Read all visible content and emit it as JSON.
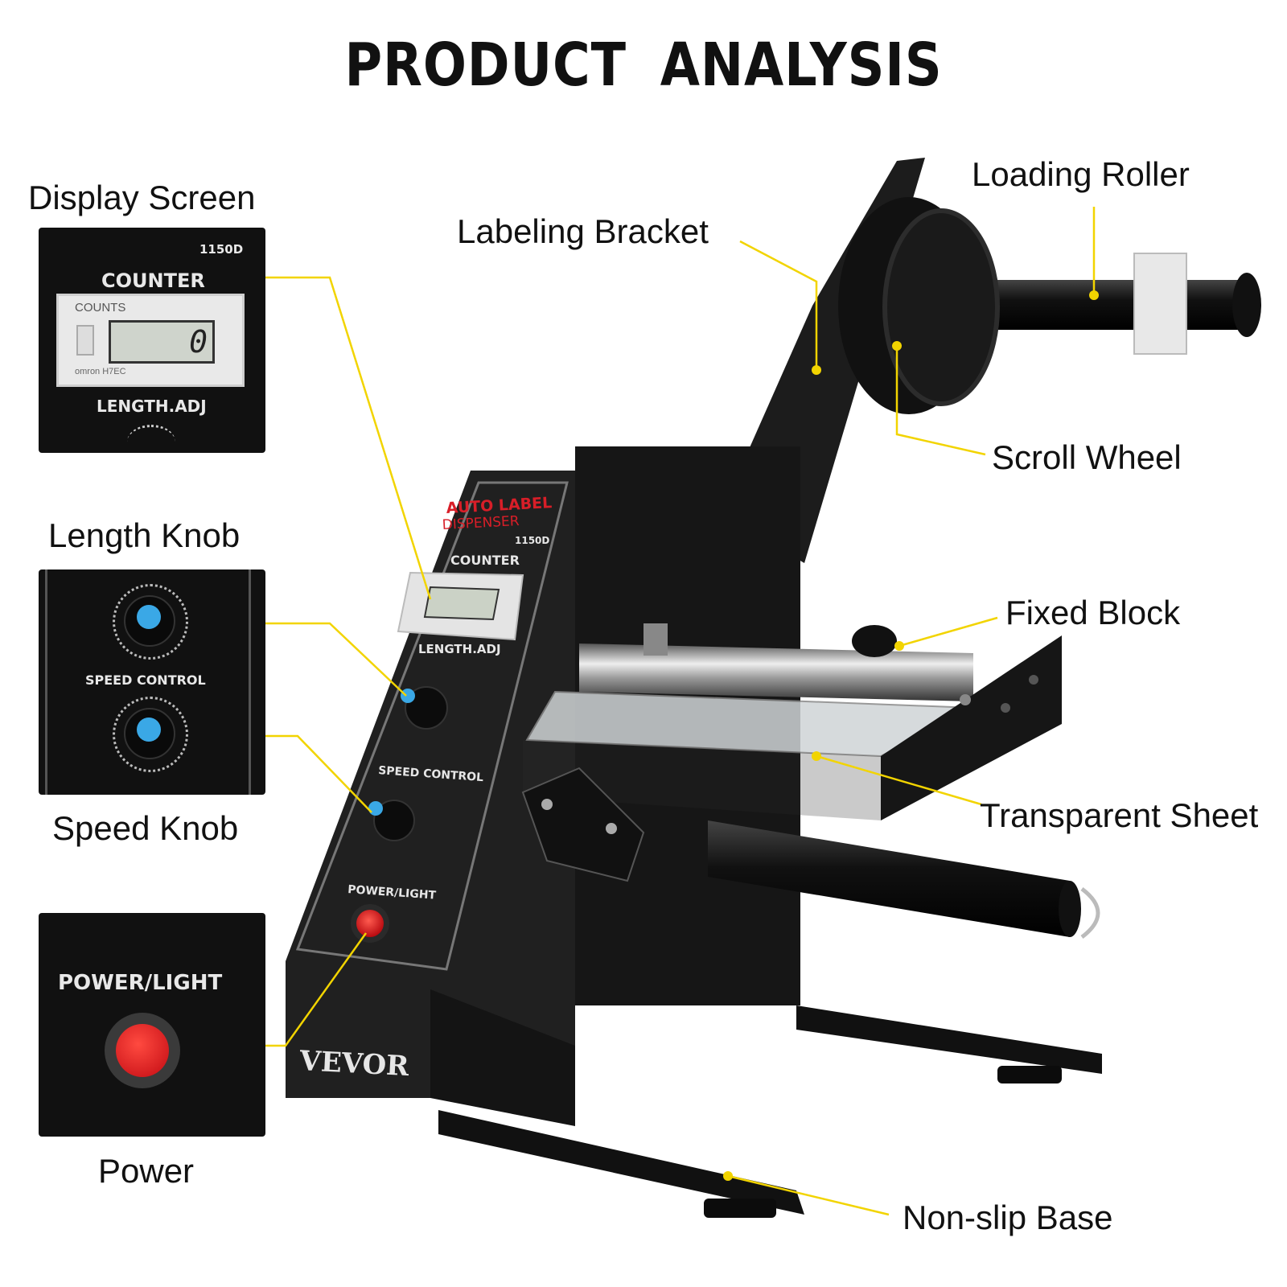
{
  "title": "PRODUCT  ANALYSIS",
  "callouts": {
    "display_screen": "Display Screen",
    "length_knob": "Length Knob",
    "speed_knob": "Speed Knob",
    "power": "Power",
    "labeling_bracket": "Labeling Bracket",
    "loading_roller": "Loading Roller",
    "scroll_wheel": "Scroll Wheel",
    "fixed_block": "Fixed Block",
    "transparent_sheet": "Transparent Sheet",
    "non_slip_base": "Non-slip Base"
  },
  "panel": {
    "brand_line1": "AUTO LABEL",
    "brand_line2": "DISPENSER",
    "model": "1150D",
    "counter": "COUNTER",
    "counts": "COUNTS",
    "counter_maker": "omron H7EC",
    "counter_value": "0",
    "length_adj": "LENGTH.ADJ",
    "speed_control": "SPEED CONTROL",
    "power_light": "POWER/LIGHT",
    "logo": "VEVOR"
  },
  "colors": {
    "leader_line": "#f2d400",
    "machine_body": "#1a1a1a",
    "knob_blue": "#3aa8e6",
    "power_red": "#e0141c"
  }
}
